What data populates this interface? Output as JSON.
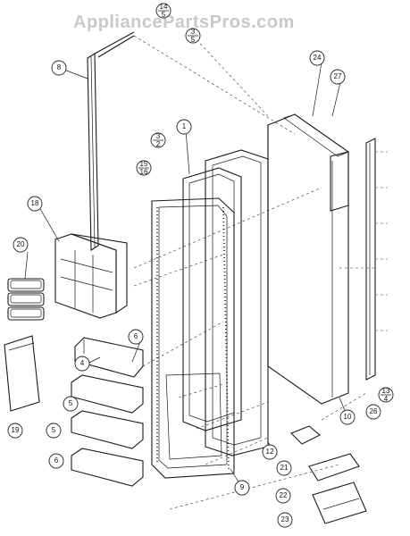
{
  "watermark": "AppliancePartsPros.com",
  "callouts": {
    "c1": "1",
    "c4": "4",
    "c5a": "5",
    "c5b": "5",
    "c6a": "6",
    "c6b": "6",
    "c8": "8",
    "c9": "9",
    "c10": "10",
    "c12": "12",
    "c18": "18",
    "c19": "19",
    "c20": "20",
    "c21": "21",
    "c22": "22",
    "c23": "23",
    "c24": "24",
    "c26": "26",
    "c27": "27"
  },
  "fractions": {
    "f14_5": {
      "num": "14",
      "den": "5"
    },
    "f3_5": {
      "num": "3",
      "den": "5"
    },
    "f3_2": {
      "num": "3",
      "den": "2"
    },
    "f15_16": {
      "num": "15",
      "den": "16"
    },
    "f13_4": {
      "num": "13",
      "den": "4"
    }
  }
}
